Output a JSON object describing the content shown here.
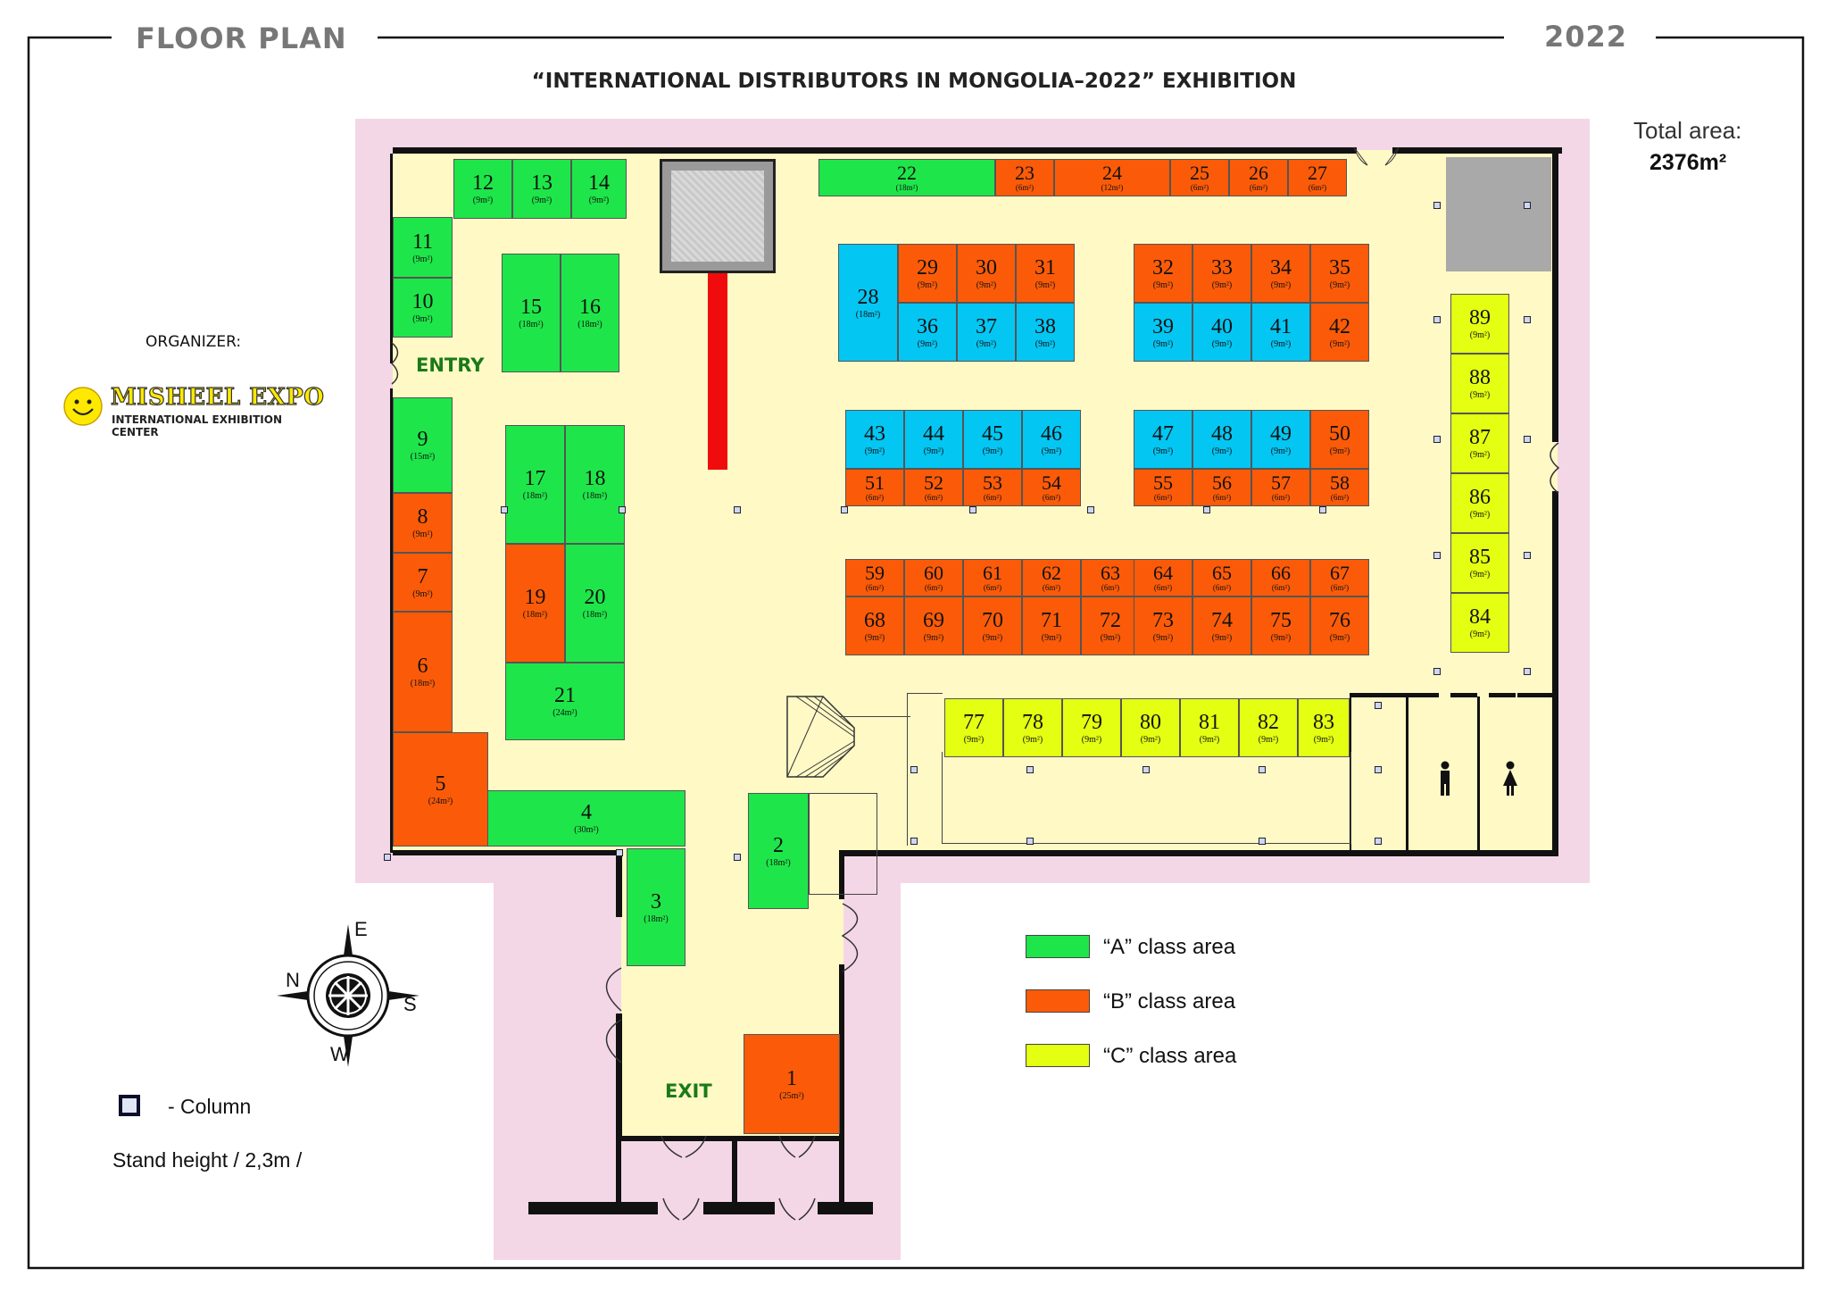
{
  "header": {
    "left_label": "FLOOR PLAN",
    "right_label": "2022",
    "title": "“INTERNATIONAL DISTRIBUTORS IN MONGOLIA–2022” EXHIBITION"
  },
  "total_area": {
    "label": "Total area:",
    "value": "2376m²"
  },
  "organizer": {
    "label": "ORGANIZER:",
    "logo_text": "MISHEEL EXPO",
    "logo_subtitle": "INTERNATIONAL EXHIBITION CENTER"
  },
  "places": {
    "entry": "ENTRY",
    "exit": "EXIT"
  },
  "compass": {
    "n": "N",
    "e": "E",
    "s": "S",
    "w": "W"
  },
  "column_legend": "- Column",
  "stand_height": "Stand height / 2,3m /",
  "legend": [
    {
      "text": "“A” class area",
      "color": "#1ee64a"
    },
    {
      "text": "“B” class area",
      "color": "#fb5b08"
    },
    {
      "text": "“C” class area",
      "color": "#e4ff12"
    }
  ],
  "colors": {
    "A": "#1ee64a",
    "B": "#fb5b08",
    "C": "#e4ff12",
    "blue": "#04c6f3"
  },
  "booths": [
    {
      "id": "1",
      "area": "(25m²)",
      "cls": "B"
    },
    {
      "id": "2",
      "area": "(18m²)",
      "cls": "A"
    },
    {
      "id": "3",
      "area": "(18m²)",
      "cls": "A"
    },
    {
      "id": "4",
      "area": "(30m²)",
      "cls": "A"
    },
    {
      "id": "5",
      "area": "(24m²)",
      "cls": "B"
    },
    {
      "id": "6",
      "area": "(18m²)",
      "cls": "B"
    },
    {
      "id": "7",
      "area": "(9m²)",
      "cls": "B"
    },
    {
      "id": "8",
      "area": "(9m²)",
      "cls": "B"
    },
    {
      "id": "9",
      "area": "(15m²)",
      "cls": "A"
    },
    {
      "id": "10",
      "area": "(9m²)",
      "cls": "A"
    },
    {
      "id": "11",
      "area": "(9m²)",
      "cls": "A"
    },
    {
      "id": "12",
      "area": "(9m²)",
      "cls": "A"
    },
    {
      "id": "13",
      "area": "(9m²)",
      "cls": "A"
    },
    {
      "id": "14",
      "area": "(9m²)",
      "cls": "A"
    },
    {
      "id": "15",
      "area": "(18m²)",
      "cls": "A"
    },
    {
      "id": "16",
      "area": "(18m²)",
      "cls": "A"
    },
    {
      "id": "17",
      "area": "(18m²)",
      "cls": "A"
    },
    {
      "id": "18",
      "area": "(18m²)",
      "cls": "A"
    },
    {
      "id": "19",
      "area": "(18m²)",
      "cls": "B"
    },
    {
      "id": "20",
      "area": "(18m²)",
      "cls": "A"
    },
    {
      "id": "21",
      "area": "(24m²)",
      "cls": "A"
    },
    {
      "id": "22",
      "area": "(18m²)",
      "cls": "A"
    },
    {
      "id": "23",
      "area": "(6m²)",
      "cls": "B"
    },
    {
      "id": "24",
      "area": "(12m²)",
      "cls": "B"
    },
    {
      "id": "25",
      "area": "(6m²)",
      "cls": "B"
    },
    {
      "id": "26",
      "area": "(6m²)",
      "cls": "B"
    },
    {
      "id": "27",
      "area": "(6m²)",
      "cls": "B"
    },
    {
      "id": "28",
      "area": "(18m²)",
      "cls": "D"
    },
    {
      "id": "29",
      "area": "(9m²)",
      "cls": "B"
    },
    {
      "id": "30",
      "area": "(9m²)",
      "cls": "B"
    },
    {
      "id": "31",
      "area": "(9m²)",
      "cls": "B"
    },
    {
      "id": "32",
      "area": "(9m²)",
      "cls": "B"
    },
    {
      "id": "33",
      "area": "(9m²)",
      "cls": "B"
    },
    {
      "id": "34",
      "area": "(9m²)",
      "cls": "B"
    },
    {
      "id": "35",
      "area": "(9m²)",
      "cls": "B"
    },
    {
      "id": "36",
      "area": "(9m²)",
      "cls": "D"
    },
    {
      "id": "37",
      "area": "(9m²)",
      "cls": "D"
    },
    {
      "id": "38",
      "area": "(9m²)",
      "cls": "D"
    },
    {
      "id": "39",
      "area": "(9m²)",
      "cls": "D"
    },
    {
      "id": "40",
      "area": "(9m²)",
      "cls": "D"
    },
    {
      "id": "41",
      "area": "(9m²)",
      "cls": "D"
    },
    {
      "id": "42",
      "area": "(9m²)",
      "cls": "B"
    },
    {
      "id": "43",
      "area": "(9m²)",
      "cls": "D"
    },
    {
      "id": "44",
      "area": "(9m²)",
      "cls": "D"
    },
    {
      "id": "45",
      "area": "(9m²)",
      "cls": "D"
    },
    {
      "id": "46",
      "area": "(9m²)",
      "cls": "D"
    },
    {
      "id": "47",
      "area": "(9m²)",
      "cls": "D"
    },
    {
      "id": "48",
      "area": "(9m²)",
      "cls": "D"
    },
    {
      "id": "49",
      "area": "(9m²)",
      "cls": "D"
    },
    {
      "id": "50",
      "area": "(9m²)",
      "cls": "B"
    },
    {
      "id": "51",
      "area": "(6m²)",
      "cls": "B"
    },
    {
      "id": "52",
      "area": "(6m²)",
      "cls": "B"
    },
    {
      "id": "53",
      "area": "(6m²)",
      "cls": "B"
    },
    {
      "id": "54",
      "area": "(6m²)",
      "cls": "B"
    },
    {
      "id": "55",
      "area": "(6m²)",
      "cls": "B"
    },
    {
      "id": "56",
      "area": "(6m²)",
      "cls": "B"
    },
    {
      "id": "57",
      "area": "(6m²)",
      "cls": "B"
    },
    {
      "id": "58",
      "area": "(6m²)",
      "cls": "B"
    },
    {
      "id": "59",
      "area": "(6m²)",
      "cls": "B"
    },
    {
      "id": "60",
      "area": "(6m²)",
      "cls": "B"
    },
    {
      "id": "61",
      "area": "(6m²)",
      "cls": "B"
    },
    {
      "id": "62",
      "area": "(6m²)",
      "cls": "B"
    },
    {
      "id": "63",
      "area": "(6m²)",
      "cls": "B"
    },
    {
      "id": "64",
      "area": "(6m²)",
      "cls": "B"
    },
    {
      "id": "65",
      "area": "(6m²)",
      "cls": "B"
    },
    {
      "id": "66",
      "area": "(6m²)",
      "cls": "B"
    },
    {
      "id": "67",
      "area": "(6m²)",
      "cls": "B"
    },
    {
      "id": "68",
      "area": "(9m²)",
      "cls": "B"
    },
    {
      "id": "69",
      "area": "(9m²)",
      "cls": "B"
    },
    {
      "id": "70",
      "area": "(9m²)",
      "cls": "B"
    },
    {
      "id": "71",
      "area": "(9m²)",
      "cls": "B"
    },
    {
      "id": "72",
      "area": "(9m²)",
      "cls": "B"
    },
    {
      "id": "73",
      "area": "(9m²)",
      "cls": "B"
    },
    {
      "id": "74",
      "area": "(9m²)",
      "cls": "B"
    },
    {
      "id": "75",
      "area": "(9m²)",
      "cls": "B"
    },
    {
      "id": "76",
      "area": "(9m²)",
      "cls": "B"
    },
    {
      "id": "77",
      "area": "(9m²)",
      "cls": "C"
    },
    {
      "id": "78",
      "area": "(9m²)",
      "cls": "C"
    },
    {
      "id": "79",
      "area": "(9m²)",
      "cls": "C"
    },
    {
      "id": "80",
      "area": "(9m²)",
      "cls": "C"
    },
    {
      "id": "81",
      "area": "(9m²)",
      "cls": "C"
    },
    {
      "id": "82",
      "area": "(9m²)",
      "cls": "C"
    },
    {
      "id": "83",
      "area": "(9m²)",
      "cls": "C"
    },
    {
      "id": "84",
      "area": "(9m²)",
      "cls": "C"
    },
    {
      "id": "85",
      "area": "(9m²)",
      "cls": "C"
    },
    {
      "id": "86",
      "area": "(9m²)",
      "cls": "C"
    },
    {
      "id": "87",
      "area": "(9m²)",
      "cls": "C"
    },
    {
      "id": "88",
      "area": "(9m²)",
      "cls": "C"
    },
    {
      "id": "89",
      "area": "(9m²)",
      "cls": "C"
    }
  ]
}
